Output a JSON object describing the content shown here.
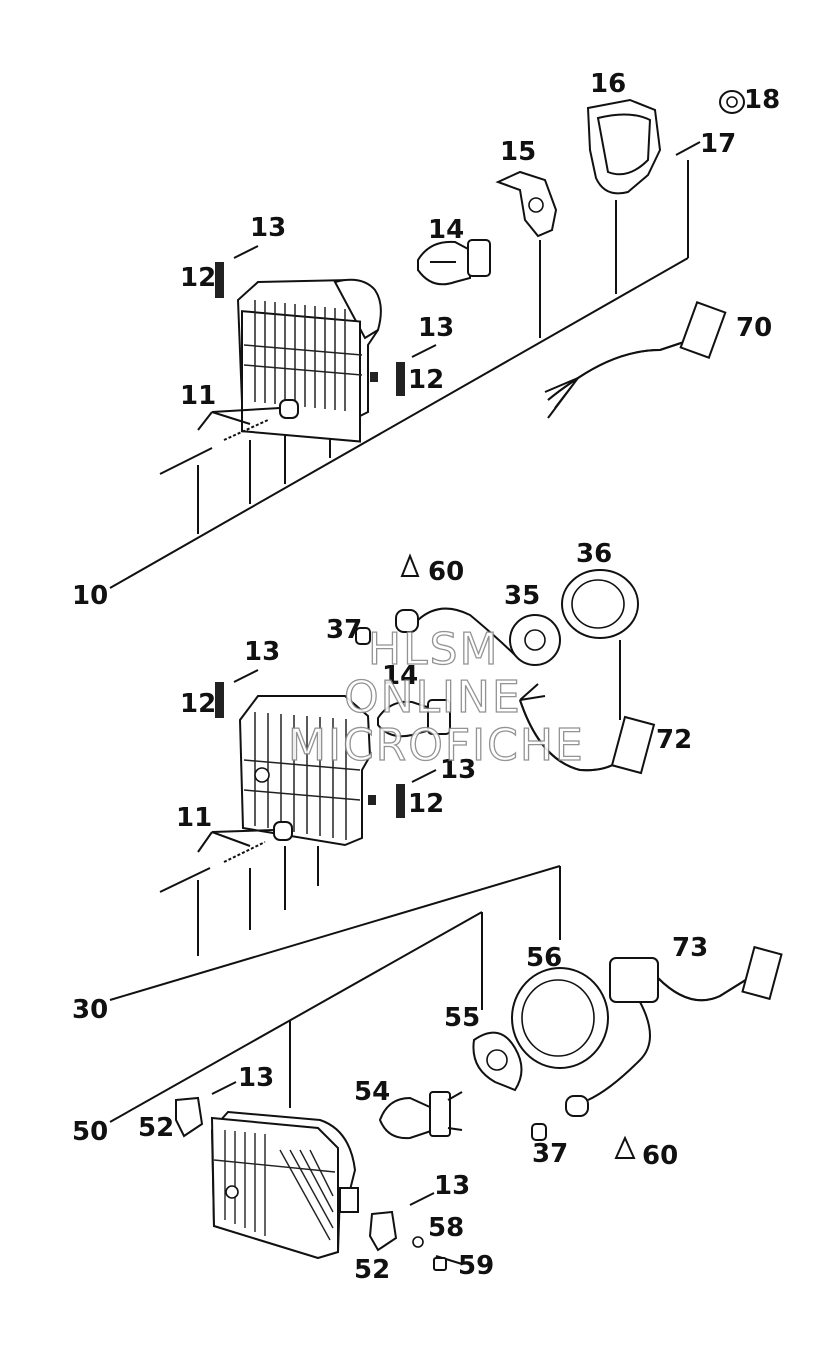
{
  "watermark": {
    "line1": "HLSM",
    "line2": "ONLINE",
    "line3": "MICROFICHE"
  },
  "callouts": {
    "c10": "10",
    "c11a": "11",
    "c12a": "12",
    "c13a": "13",
    "c14a": "14",
    "c13b": "13",
    "c12b": "12",
    "c15": "15",
    "c16": "16",
    "c17": "17",
    "c18": "18",
    "c70": "70",
    "c60a": "60",
    "c36": "36",
    "c37a": "37",
    "c35": "35",
    "c13c": "13",
    "c14b": "14",
    "c12c": "12",
    "c72": "72",
    "c13d": "13",
    "c12d": "12",
    "c11b": "11",
    "c30": "30",
    "c56": "56",
    "c73": "73",
    "c55": "55",
    "c54": "54",
    "c13e": "13",
    "c50": "50",
    "c52a": "52",
    "c37b": "37",
    "c60b": "60",
    "c13f": "13",
    "c58": "58",
    "c52b": "52",
    "c59": "59"
  }
}
